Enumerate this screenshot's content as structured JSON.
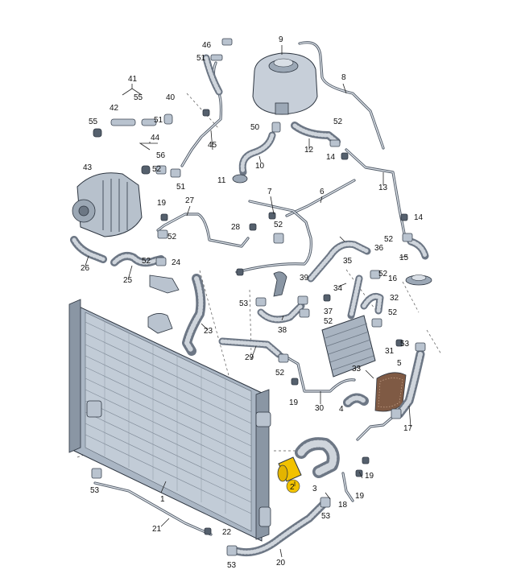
{
  "diagram": {
    "callouts": {
      "p1": "1",
      "p2": "2",
      "p3": "3",
      "p4": "4",
      "p5": "5",
      "p6": "6",
      "p7": "7",
      "p8": "8",
      "p9": "9",
      "p10": "10",
      "p11": "11",
      "p12": "12",
      "p13": "13",
      "p14a": "14",
      "p14b": "14",
      "p15": "15",
      "p16": "16",
      "p17": "17",
      "p18": "18",
      "p19a": "19",
      "p19b": "19",
      "p19c": "19",
      "p19d": "19",
      "p20": "20",
      "p21": "21",
      "p22": "22",
      "p23": "23",
      "p24": "24",
      "p25": "25",
      "p26": "26",
      "p27": "27",
      "p28": "28",
      "p29": "29",
      "p30": "30",
      "p31": "31",
      "p32": "32",
      "p33": "33",
      "p34": "34",
      "p35": "35",
      "p36": "36",
      "p37": "37",
      "p38": "38",
      "p39": "39",
      "p40": "40",
      "p41": "41",
      "p42": "42",
      "p43": "43",
      "p44": "44",
      "p45": "45",
      "p46": "46",
      "p50": "50",
      "p51a": "51",
      "p51b": "51",
      "p51c": "51",
      "p52a": "52",
      "p52b": "52",
      "p52c": "52",
      "p52d": "52",
      "p52e": "52",
      "p52f": "52",
      "p52g": "52",
      "p52h": "52",
      "p52i": "52",
      "p52j": "52",
      "p53a": "53",
      "p53b": "53",
      "p53c": "53",
      "p53d": "53",
      "p53e": "53",
      "p55a": "55",
      "p55b": "55",
      "p56": "56"
    },
    "highlighted_part": "2",
    "colors": {
      "highlight": "#f2c200",
      "hose": "#6d7785",
      "radiator": "#aab6c4",
      "outline": "#2d3540"
    }
  }
}
